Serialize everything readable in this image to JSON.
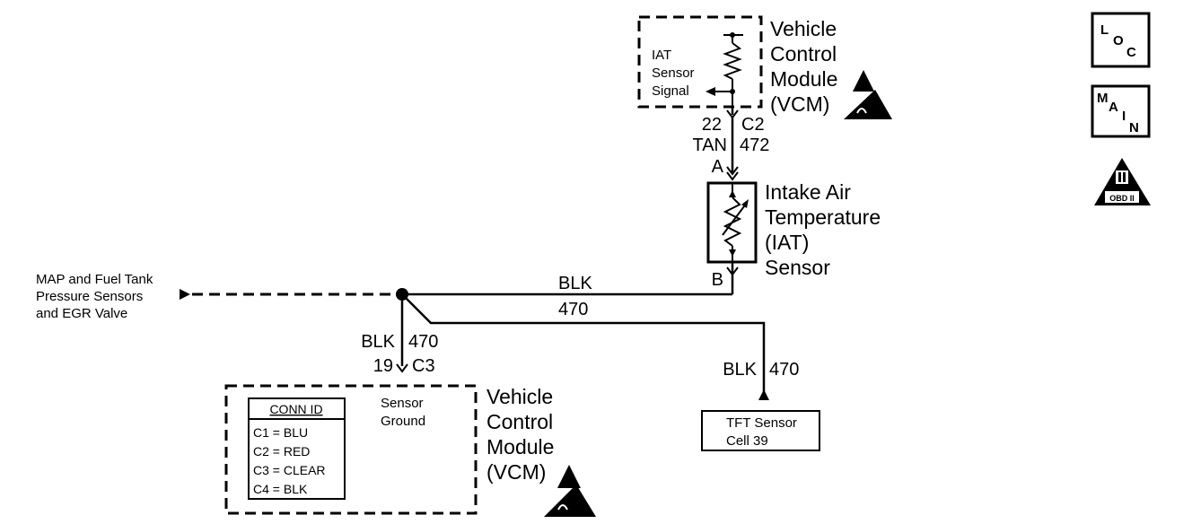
{
  "vcm_top": {
    "name_lines": [
      "Vehicle",
      "Control",
      "Module",
      "(VCM)"
    ],
    "signal_lines": [
      "IAT",
      "Sensor",
      "Signal"
    ]
  },
  "wire_iat_signal": {
    "pin": "22",
    "connector": "C2",
    "color": "TAN",
    "circuit": "472"
  },
  "iat_sensor": {
    "name_lines": [
      "Intake Air",
      "Temperature",
      "(IAT)",
      "Sensor"
    ],
    "terminal_a": "A",
    "terminal_b": "B"
  },
  "wire_ground_main": {
    "color": "BLK",
    "circuit": "470"
  },
  "map_label_lines": [
    "MAP and Fuel Tank",
    "Pressure Sensors",
    "and EGR Valve"
  ],
  "wire_ground_vcm": {
    "color": "BLK",
    "circuit": "470",
    "pin": "19",
    "connector": "C3"
  },
  "wire_tft": {
    "color": "BLK",
    "circuit": "470"
  },
  "tft_lines": [
    "TFT Sensor",
    "Cell 39"
  ],
  "vcm_bottom": {
    "name_lines": [
      "Vehicle",
      "Control",
      "Module",
      "(VCM)"
    ],
    "ground_lines": [
      "Sensor",
      "Ground"
    ],
    "conn_id": {
      "header": "CONN ID",
      "rows": [
        "C1 = BLU",
        "C2 = RED",
        "C3 = CLEAR",
        "C4 = BLK"
      ]
    }
  },
  "badges": {
    "loc": [
      "L",
      "O",
      "C"
    ],
    "main": [
      "M",
      "A",
      "I",
      "N"
    ],
    "obd": "OBD II"
  },
  "icons": {
    "esd": "esd-warning-icon",
    "obd": "obd-ii-icon"
  }
}
